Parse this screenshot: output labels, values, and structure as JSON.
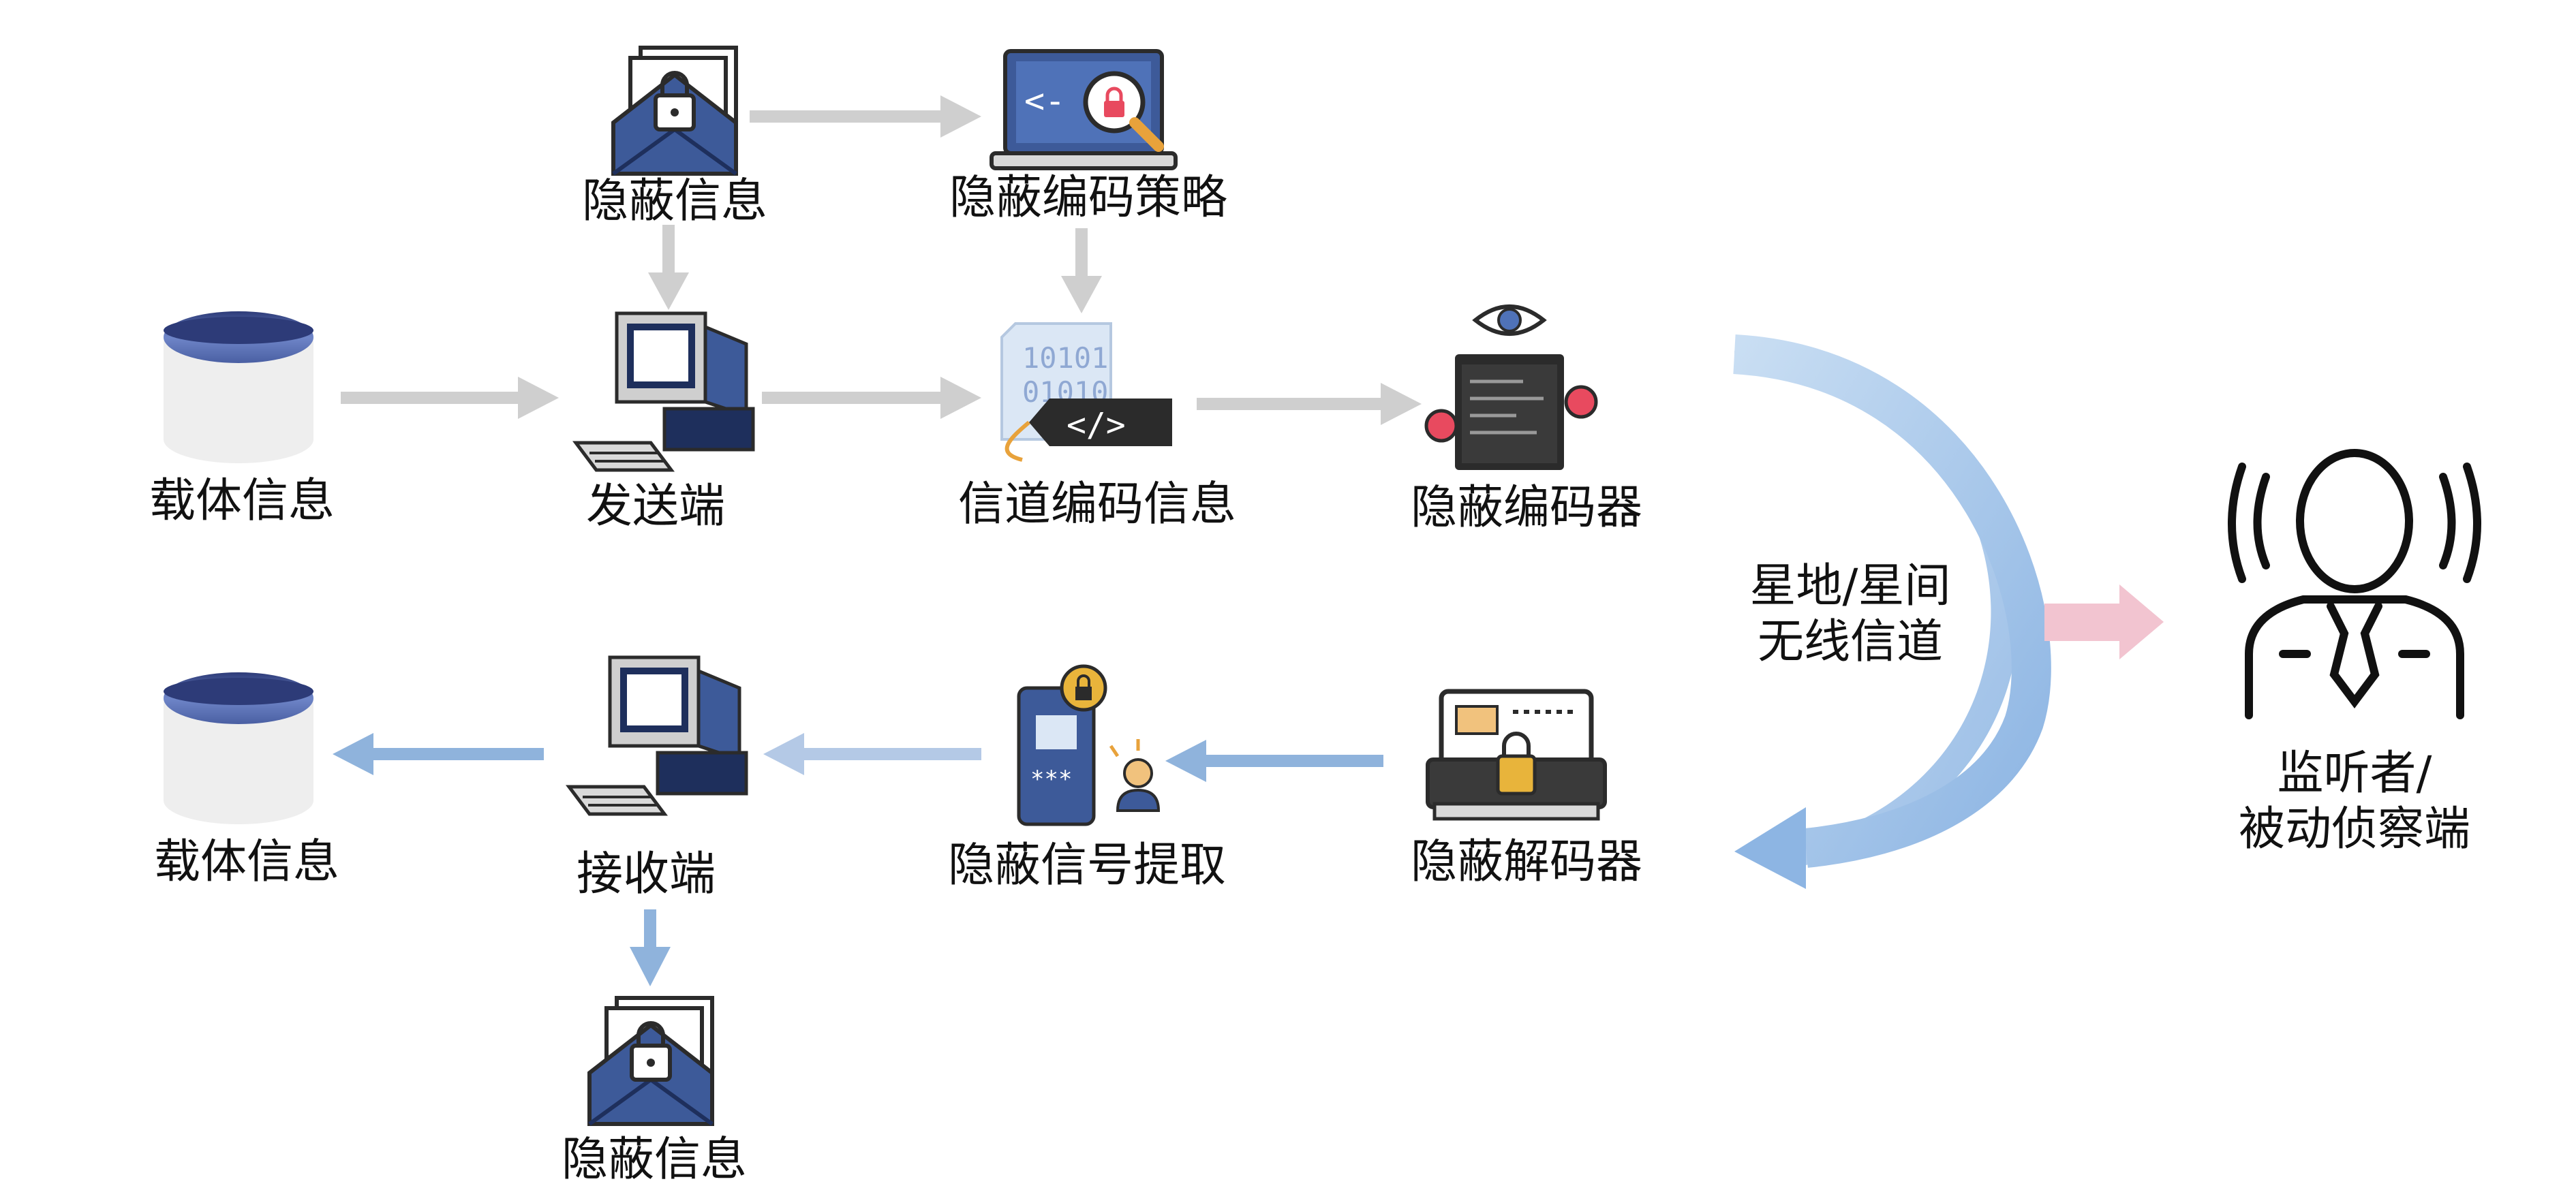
{
  "top_row": {
    "secret_info": "隐蔽信息",
    "covert_strategy": "隐蔽编码策略",
    "carrier_info": "载体信息",
    "sender": "发送端",
    "channel_coded_info": "信道编码信息",
    "covert_encoder": "隐蔽编码器"
  },
  "bottom_row": {
    "carrier_info": "载体信息",
    "receiver": "接收端",
    "covert_signal_extraction": "隐蔽信号提取",
    "covert_decoder": "隐蔽解码器",
    "secret_info": "隐蔽信息"
  },
  "channel": {
    "line1": "星地/星间",
    "line2": "无线信道"
  },
  "eavesdropper": {
    "line1": "监听者/",
    "line2": "被动侦察端"
  },
  "icons": {
    "secret_info": "locked-envelope-icon",
    "covert_strategy": "laptop-search-lock-icon",
    "carrier_info": "database-icon",
    "sender": "computer-icon",
    "channel_coded_info": "binary-code-tag-icon",
    "covert_encoder": "code-editor-eye-icon",
    "receiver": "computer-icon",
    "covert_signal_extraction": "phone-password-user-icon",
    "covert_decoder": "lock-card-device-icon",
    "eavesdropper": "listener-person-icon"
  },
  "colors": {
    "top_arrows": "#cfcfcf",
    "bottom_arrows": "#8fb3dc",
    "channel_arc": "#a9c9ec",
    "eavesdrop_arrow": "#f2c4d0",
    "icon_blue": "#3d5a99",
    "icon_dark": "#2b2b2b"
  }
}
